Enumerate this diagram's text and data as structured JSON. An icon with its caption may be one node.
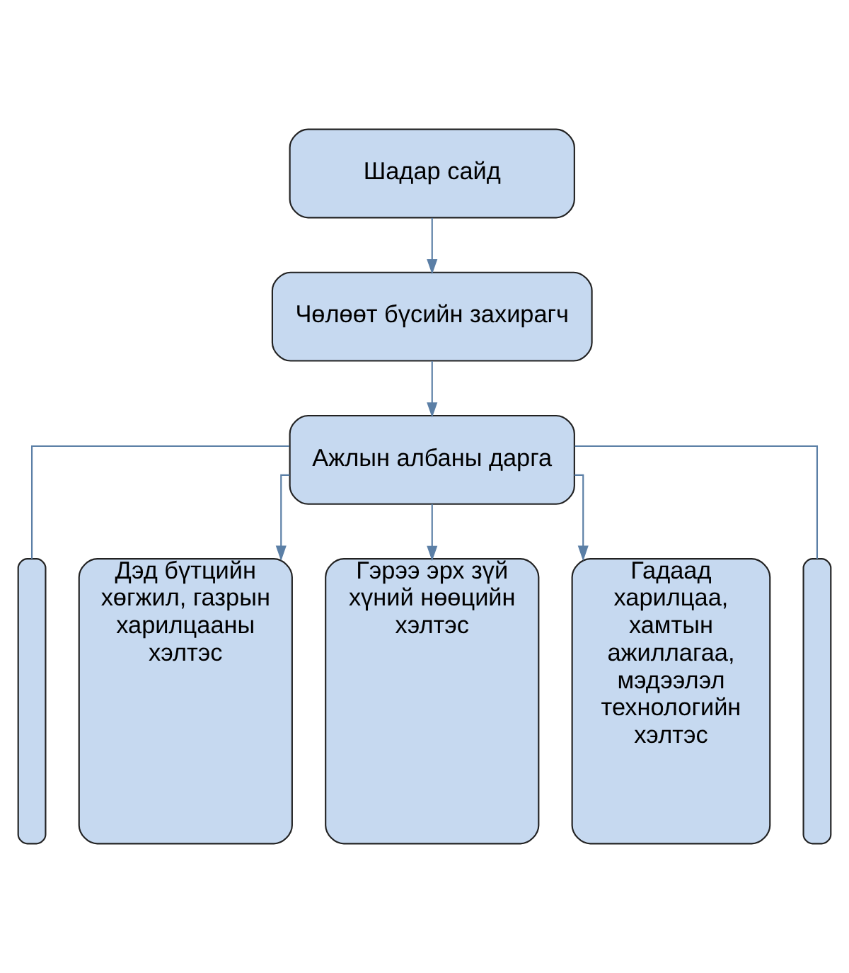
{
  "diagram": {
    "nodes": [
      {
        "text": [
          "Шадар сайд"
        ]
      },
      {
        "text": [
          "Чөлөөт бүсийн захирагч"
        ]
      },
      {
        "text": [
          "Ажлын албаны дарга"
        ]
      },
      {
        "text": [],
        "shape": "box"
      },
      {
        "text": [
          "Дэд бүтцийн хөгжил, газрын харилцааны хэлтэс"
        ]
      },
      {
        "text": [
          "Гэрээ эрх зүй хүний нөөцийн хэлтэс"
        ]
      },
      {
        "text": [
          "Гадаад харилцаа, хамтын ажиллагаа, мэдээлэл технологийн хэлтэс"
        ]
      },
      {
        "text": [],
        "shape": "box"
      }
    ],
    "edges": [
      {
        "from": 0,
        "to": 1,
        "arrow": "to"
      },
      {
        "from": 1,
        "to": 2,
        "arrow": "to"
      },
      {
        "from": 2,
        "to": 3,
        "arrow": "none"
      },
      {
        "from": 2,
        "to": 4,
        "arrow": "to"
      },
      {
        "from": 2,
        "to": 5,
        "arrow": "to"
      },
      {
        "from": 2,
        "to": 6,
        "arrow": "to"
      },
      {
        "from": 2,
        "to": 7,
        "arrow": "none"
      }
    ]
  }
}
